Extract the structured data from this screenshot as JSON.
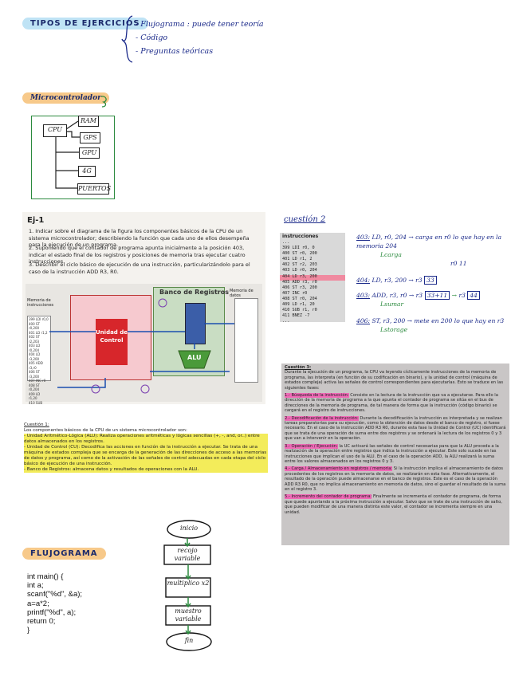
{
  "tipos": {
    "title": "TIPOS DE EJERCICIOS",
    "items": [
      "- Flujograma : puede tener teoría",
      "- Código",
      "- Preguntas teóricas"
    ]
  },
  "micro": {
    "title": "Microcontrolador",
    "cpu": "CPU",
    "boxes": [
      "RAM",
      "GPS",
      "GPU",
      "4G",
      "PUERTOS"
    ]
  },
  "ej1": {
    "title": "Ej-1",
    "q1": "1.   Indicar sobre el diagrama de la figura los componentes básicos de la CPU de un sistema microcontrolador; describiendo la función que cada uno de ellos desempeña para la ejecución de un programa.",
    "q2": "2.   Suponiendo que el contador de programa apunta inicialmente a la posición 403, indicar el estado final de los registros y posiciones de memoria tras ejecutar cuatro instrucciones.",
    "q3": "3.   Describir el ciclo básico de ejecución de una instrucción, particularizándolo para el caso de la instrucción ADD R3, R0.",
    "bank_title": "Banco de Registros",
    "unit_label": "Unidad de Control",
    "alu_label": "ALU",
    "mem_label": "Memoria de instrucciones",
    "data_label": "Memoria de datos"
  },
  "cuestion2": {
    "title": "cuestión 2",
    "code_header": "instrucciones",
    "code": [
      "...",
      "399  LDI r0, 0",
      "400  ST r0, 200",
      "401  LD r1, 2",
      "402  ST r2, 203",
      "403  LD r0, 204",
      "404  LD r3, 200",
      "405  ADD r3, r0",
      "406  ST r3, 200",
      "407  INC r0",
      "408  ST r0, 204",
      "409  LD r1, 20",
      "410  SUB r1, r0",
      "411  BNEZ -7",
      "..."
    ],
    "notes": [
      {
        "addr": "403:",
        "text": "LD, r0, 204 → carga en r0 lo que hay en la memoria 204",
        "tag": "Lcarga",
        "val": "r0 11"
      },
      {
        "addr": "404:",
        "text": "LD, r3, 200 → r3",
        "val": "33"
      },
      {
        "addr": "403:",
        "text": "ADD, r3, r0 → r3",
        "val": "33+11",
        "val2": "44",
        "tag": "Lsumar"
      },
      {
        "addr": "406:",
        "text": "ST, r3, 200 → mete en 200 lo que hay en r3",
        "tag": "Lstorage"
      }
    ]
  },
  "cuestion1": {
    "title": "Cuestión 1:",
    "intro": "Los componentes básicos de la CPU de un sistema microcontrolador son:",
    "items": [
      "- Unidad Aritmético-Lógica (ALU): Realiza operaciones aritméticas y lógicas sencillas (+, -, and, or..) entre datos almacenados en los registros.",
      "- Unidad de Control (CU): Decodifica las acciones en función de la instrucción a ejecutar. Se trata de una máquina de estados compleja que se encarga de la generación de las direcciones de acceso a las memorias de datos y programa, así como de la activación de las señales de control adecuadas en cada etapa del ciclo básico de ejecución de una instrucción.",
      "- Banco de Registros: almacena datos y resultados de operaciones con la ALU."
    ]
  },
  "cuestion3": {
    "title": "Cuestión 3:",
    "intro": "Durante la ejecución de un programa, la CPU va leyendo cíclicamente instrucciones de la memoria de programa, las interpreta (en función de su codificación en binario), y la unidad de control (máquina de estados compleja) activa las señales de control correspondientes para ejecutarlas. Esto se traduce en las siguientes fases:",
    "steps": [
      {
        "label": "1.- Búsqueda de la instrucción:",
        "text": "Consiste en la lectura de la instrucción que va a ejecutarse. Para ello la dirección de la memoria de programa a la que apunta el contador de programa se sitúa en el bus de direcciones de la memoria de programa, de tal manera de forma que la instrucción (código binario) se cargará en el registro de instrucciones."
      },
      {
        "label": "2.- Decodificación de la instrucción:",
        "text": "Durante la decodificación la instrucción es interpretada y se realizan tareas preparatorias para su ejecución, como la obtención de datos desde el banco de registro, si fuese necesario. En el caso de la instrucción ADD R3 R0, durante esta fase la Unidad de Control (UC) identificará que se trata de una operación de suma entre dos registros y se ordenará la lectura de los registros 0 y 3 que van a intervenir en la operación."
      },
      {
        "label": "3.- Operación / Ejecución:",
        "text": "la UC activará las señales de control necesarias para que la ALU proceda a la realización de la operación entre registros que indica la instrucción a ejecutar. Este solo sucede en las instrucciones que implican el uso de la ALU. En el caso de la operación ADD, la ALU realizará la suma entre los valores almacenados en los registros 0 y 3."
      },
      {
        "label": "4.- Carga / Almacenamiento en registros / memoria:",
        "text": "Si la instrucción implica el almacenamiento de datos procedentes de los registros en la memoria de datos, se realizarán en esta fase. Alternativamente, el resultado de la operación puede almacenarse en el banco de registros. Este es el caso de la operación ADD R3 R0, que no implica almacenamiento en memoria de datos, sino el guardar el resultado de la suma en el registro 3."
      },
      {
        "label": "5.- Incremento del contador de programa:",
        "text": "Finalmente se incrementa el contador de programa, de forma que quede apuntando a la próxima instrucción a ejecutar. Salvo que se trate de una instrucción de salto, que pueden modificar de una manera distinta este valor, el contador se incrementa siempre en una unidad."
      }
    ]
  },
  "flujo": {
    "title": "FLUJOGRAMA",
    "code": [
      "int main() {",
      "int a;",
      "scanf(\"%d\", &a);",
      "a=a*2;",
      "printf(\"%d\", a);",
      "return 0;",
      "}"
    ],
    "nodes": [
      "inicio",
      "recojo variable",
      "multiplico x2",
      "muestro variable",
      "fin"
    ]
  }
}
